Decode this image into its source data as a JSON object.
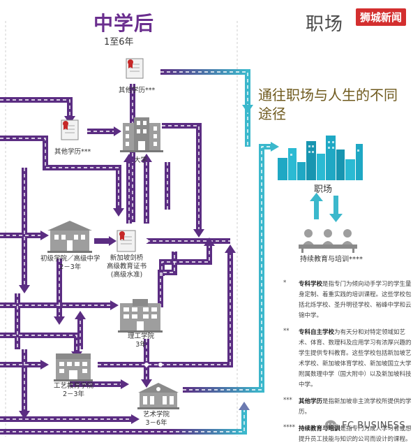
{
  "header": {
    "title_main": "中学后",
    "title_sub": "1至6年",
    "title_work": "职场",
    "brand": "狮城新闻",
    "tagline": "通往职场与人生的不同途径"
  },
  "nodes": {
    "other_top": "其他学历***",
    "other_mid": "其他学历***",
    "university": "大学",
    "jc_title": "初级学院／高级中学",
    "jc_years": "2－3年",
    "a_level_1": "新加坡剑桥",
    "a_level_2": "高级教育证书",
    "a_level_3": "(高级水准)",
    "poly_title": "理工学院",
    "poly_years": "3年",
    "ite_title": "工艺教育学院",
    "ite_years": "2－3年",
    "arts_title": "艺术学院",
    "arts_years": "3－6年",
    "workplace": "职场",
    "continuing": "持续教育与培训****"
  },
  "notes": [
    {
      "mark": "*",
      "term": "专科学校",
      "text": "是指专门为倾向动手学习的学生量身定制、着重实践的培训课程。这些学校包括北烁学校、圣升明径学校、裕峰中学和云锦中学。"
    },
    {
      "mark": "**",
      "term": "专科自主学校",
      "text": "为有天分和对特定领域如艺术、体育、数理科及应用学习有浓厚兴趣的学生提供专科教育。这些学校包括新加坡艺术学校、新加坡体育学校、新加坡国立大学附属数理中学（国大附中）以及新加坡科技中学。"
    },
    {
      "mark": "***",
      "term": "其他学历",
      "text": "是指新加坡非主流学校所提供的学历。"
    },
    {
      "mark": "****",
      "term": "持续教育与培训",
      "text": "是指专门为成人学习者或想提升员工技能与知识的公司而设计的课程。"
    }
  ],
  "footer": {
    "credit": "FC BUSINESS"
  },
  "colors": {
    "purple": "#5b2d82",
    "teal": "#3bb8cc",
    "heading_purple": "#6a2e8e",
    "tagline_gold": "#6f5a1e",
    "brand_red": "#d32f2f"
  }
}
